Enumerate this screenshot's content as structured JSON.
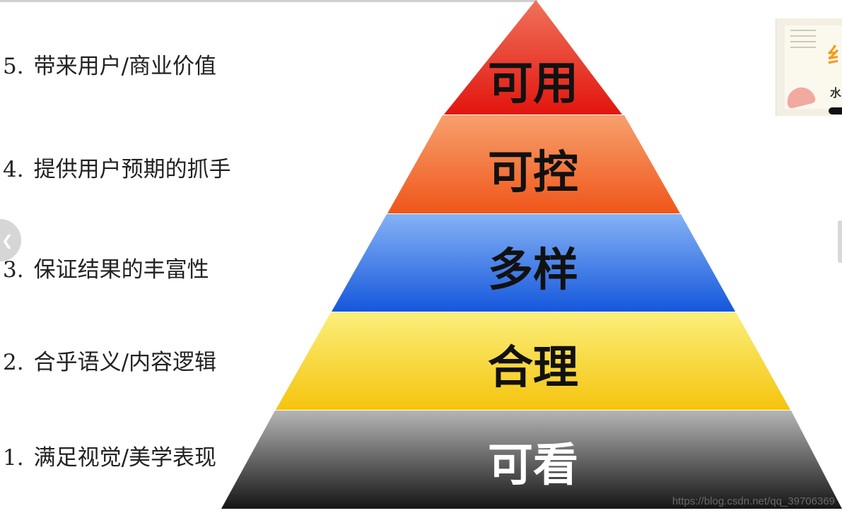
{
  "list": [
    {
      "num": "5.",
      "text": "带来用户/商业价值"
    },
    {
      "num": "4.",
      "text": "提供用户预期的抓手"
    },
    {
      "num": "3.",
      "text": "保证结果的丰富性"
    },
    {
      "num": "2.",
      "text": "合乎语义/内容逻辑"
    },
    {
      "num": "1.",
      "text": "满足视觉/美学表现"
    }
  ],
  "pyramid": {
    "layers": [
      {
        "label": "可用",
        "color_top": "#f0735c",
        "color_bottom": "#e2150e"
      },
      {
        "label": "可控",
        "color_top": "#f7a06d",
        "color_bottom": "#ef561a"
      },
      {
        "label": "多样",
        "color_top": "#85b2f4",
        "color_bottom": "#1557dc"
      },
      {
        "label": "合理",
        "color_top": "#fbef7c",
        "color_bottom": "#f5c40d"
      },
      {
        "label": "可看",
        "color_top": "#b5b5b5",
        "color_bottom": "#151515"
      }
    ]
  },
  "nav": {
    "prev_icon": "chevron-left-icon"
  },
  "thumbnail": {
    "big_char": "纟",
    "small_char": "水"
  },
  "watermark": "https://blog.csdn.net/qq_39706369"
}
